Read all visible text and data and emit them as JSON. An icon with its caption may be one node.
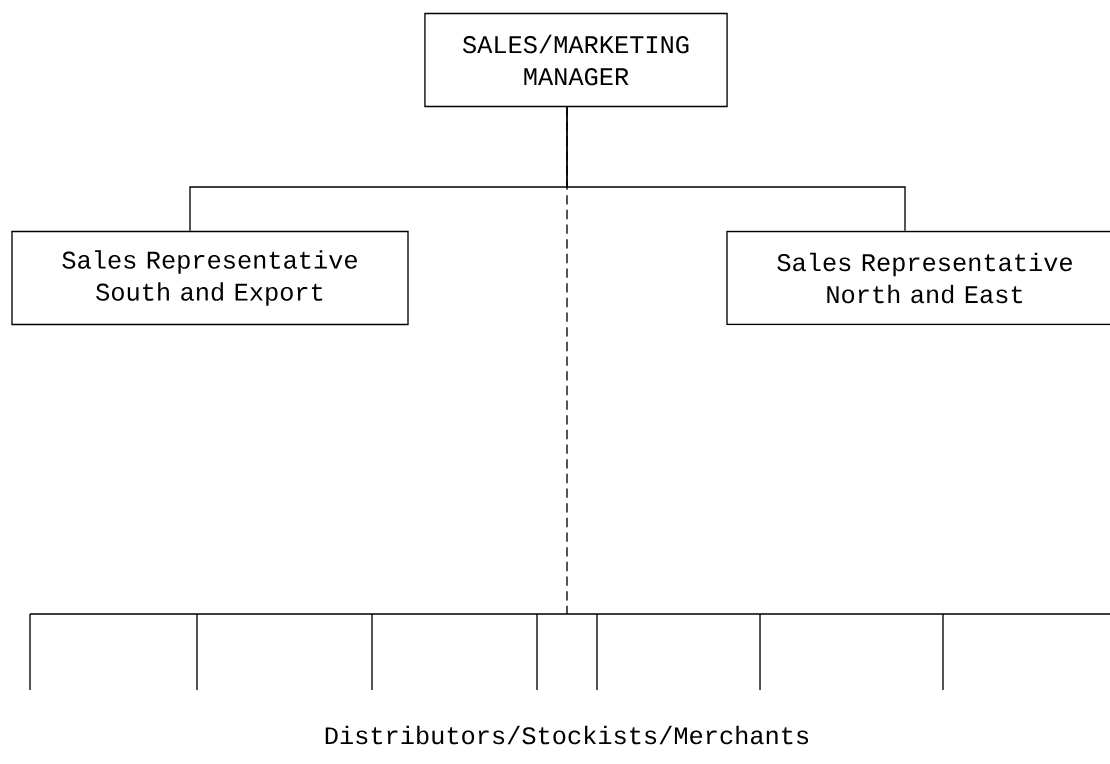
{
  "diagram": {
    "nodes": [
      {
        "text": [
          "SALES/MARKETING MANAGER"
        ]
      },
      {
        "text": [
          "Sales Representative South and Export"
        ]
      },
      {
        "text": [
          "Sales Representative North and East"
        ]
      },
      {
        "text": [
          "Distributors/Stockists/Merchants"
        ]
      }
    ],
    "edges": [
      {
        "from": 0,
        "to": 1,
        "arrow": "none"
      },
      {
        "from": 0,
        "to": 2,
        "arrow": "none"
      },
      {
        "from": 0,
        "to": 3,
        "arrow": "none",
        "style": "dashed"
      }
    ]
  }
}
